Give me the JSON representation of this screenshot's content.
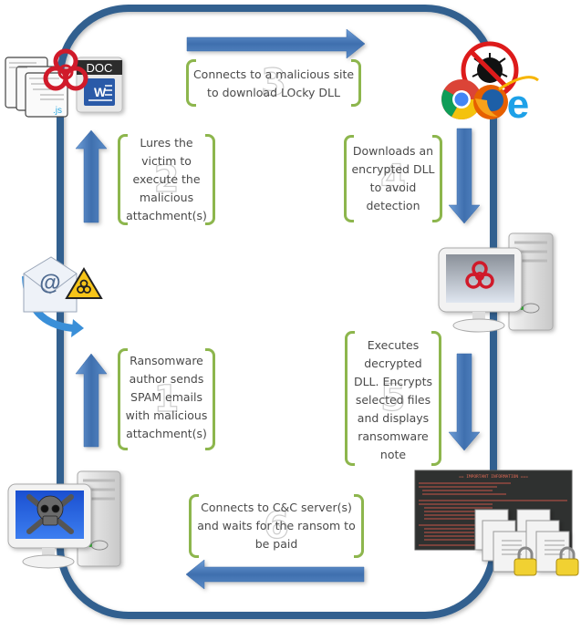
{
  "diagram": {
    "title": "Locky ransomware infection cycle",
    "colors": {
      "loop": "#33608f",
      "arrow": "#4f81bd",
      "bracket": "#8db64d",
      "text": "#4a4a4a"
    },
    "steps": [
      {
        "number": "1",
        "text": "Ransomware author sends SPAM emails with malicious attachment(s)",
        "lines": [
          "Ransomware",
          "author sends",
          "SPAM emails",
          "with malicious",
          "attachment(s)"
        ],
        "arrow": "up"
      },
      {
        "number": "2",
        "text": "Lures the victim to execute the malicious attachment(s)",
        "lines": [
          "Lures the",
          "victim to",
          "execute the",
          "malicious",
          "attachment(s)"
        ],
        "arrow": "up"
      },
      {
        "number": "3",
        "text": "Connects to a malicious site to download LOcky DLL",
        "lines": [
          "Connects to a malicious site",
          "to download LOcky DLL"
        ],
        "arrow": "right"
      },
      {
        "number": "4",
        "text": "Downloads an encrypted DLL to avoid detection",
        "lines": [
          "Downloads an",
          "encrypted DLL",
          "to avoid",
          "detection"
        ],
        "arrow": "down"
      },
      {
        "number": "5",
        "text": "Executes decrypted DLL. Encrypts selected files and displays ransomware note",
        "lines": [
          "Executes",
          "decrypted",
          "DLL. Encrypts",
          "selected files",
          "and displays",
          "ransomware",
          "note"
        ],
        "arrow": "down"
      },
      {
        "number": "6",
        "text": "Connects to C&C server(s) and waits for the ransom to be paid",
        "lines": [
          "Connects to C&C server(s)",
          "and waits for the ransom to",
          "be paid"
        ],
        "arrow": "left"
      }
    ],
    "icons": {
      "attacker_computer": "skull-crossbones-computer-icon",
      "spam_email": "email-biohazard-icon",
      "malicious_attachments": "js-doc-biohazard-icon",
      "browsers": "browsers-malware-icon",
      "infected_computer": "biohazard-computer-icon",
      "ransom_note": "ransom-note-locked-files-icon"
    },
    "ransom_note": {
      "header": "== IMPORTANT INFORMATION ==="
    },
    "doc_label": "DOC",
    "js_label": ".js"
  }
}
